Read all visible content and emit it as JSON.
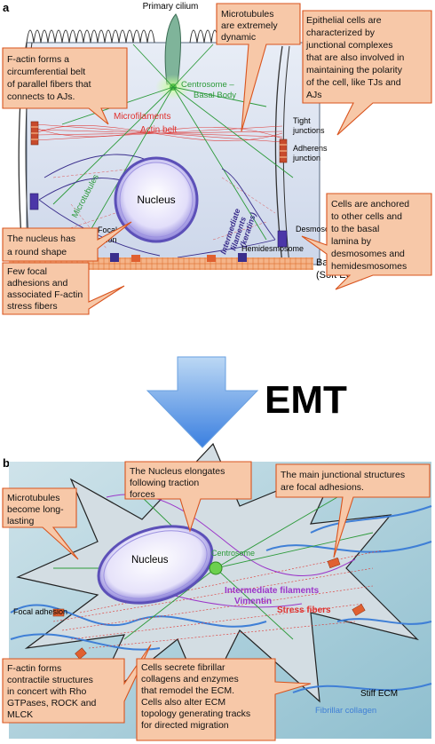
{
  "panel_a": {
    "letter": "a",
    "labels": {
      "primary_cilium": "Primary cilium",
      "centrosome": "Centrosome –",
      "basal_body": "Basal Body",
      "microfilaments": "Microfilaments",
      "actin_belt": "Actin belt",
      "tight_junctions_1": "Tight",
      "tight_junctions_2": "junctions",
      "adherens_1": "Adherens",
      "adherens_2": "junction",
      "microtubules": "Microtubules",
      "nucleus": "Nucleus",
      "if_1": "Intermediate",
      "if_2": "filaments",
      "if_3": "(keratins)",
      "desmosome": "Desmosome",
      "focal_adhesion_1": "Focal",
      "focal_adhesion_2": "adhesion",
      "hemidesmosome": "Hemidesmosome",
      "basal_lamina_1": "Basal Lamina",
      "basal_lamina_2": "(Soft ECM)"
    },
    "callouts": {
      "factin_belt": [
        "F-actin forms a",
        "circumferential belt",
        "of parallel fibers that",
        "connects to AJs."
      ],
      "microtubules_dynamic": [
        "Microtubules",
        "are extremely",
        "dynamic"
      ],
      "epithelial": [
        "Epithelial cells are",
        "characterized by",
        "junctional complexes",
        "that are also involved in",
        "maintaining the polarity",
        "of the cell, like TJs and",
        "AJs"
      ],
      "nucleus_round": [
        "The nucleus has",
        "a round shape"
      ],
      "anchored": [
        "Cells are anchored",
        "to other cells and",
        "to the basal",
        "lamina by",
        "desmosomes and",
        "hemidesmosomes"
      ],
      "focal_few": [
        "Few focal",
        "adhesions and",
        "associated F-actin",
        "stress fibers"
      ]
    }
  },
  "emt_label": "EMT",
  "panel_b": {
    "letter": "b",
    "labels": {
      "nucleus": "Nucleus",
      "centrosome": "Centrosome",
      "focal_adhesion": "Focal adhesion",
      "if_1": "Intermediate filaments",
      "if_2": "Vimentin",
      "stress_fibers": "Stress fibers",
      "stiff_ecm": "Stiff ECM",
      "fibrillar_collagen": "Fibrillar collagen"
    },
    "callouts": {
      "nucleus_elongates": [
        "The Nucleus elongates",
        "following traction",
        "forces"
      ],
      "junctional": [
        "The main junctional structures",
        "are focal adhesions."
      ],
      "mt_long": [
        "Microtubules",
        "become long-",
        "lasting"
      ],
      "factin_contractile": [
        "F-actin forms",
        "contractile structures",
        "in concert with Rho",
        "GTPases, ROCK and",
        "MLCK"
      ],
      "secrete": [
        "Cells secrete fibrillar",
        "collagens and enzymes",
        "that remodel the ECM.",
        "Cells also alter ECM",
        "topology generating tracks",
        "for directed migration"
      ]
    }
  },
  "colors": {
    "callout_fill": "#f7c8a8",
    "callout_stroke": "#d9541e",
    "microfilament": "#e0302c",
    "microtubule": "#2c9a3a",
    "intermediate_filament": "#3a2e8c",
    "vimentin": "#9b35c9",
    "collagen": "#3f7fd6",
    "nucleus": "#7a6fd0",
    "lamina": "#f0a070"
  }
}
